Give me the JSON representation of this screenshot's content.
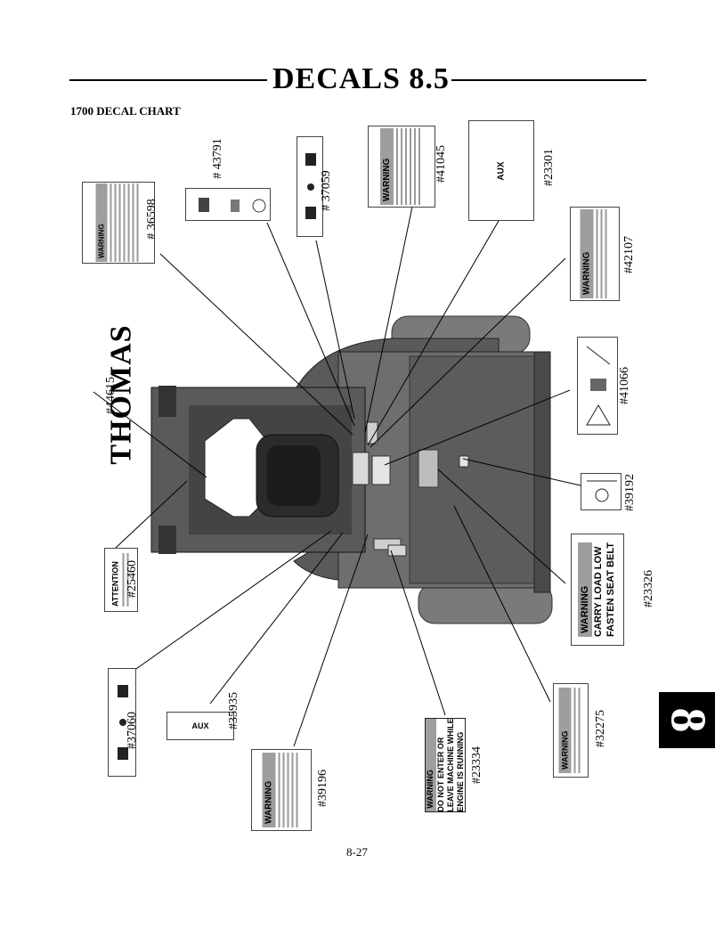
{
  "header": {
    "title": "DECALS  8.5",
    "subtitle": "1700 DECAL CHART"
  },
  "footer": {
    "page_number": "8-27"
  },
  "section_tab": {
    "label": "8"
  },
  "decals": {
    "d36598": {
      "number": "# 36598",
      "text": "WARNING"
    },
    "d43791": {
      "number": "# 43791"
    },
    "d37059": {
      "number": "# 37059"
    },
    "d41045": {
      "number": "#41045",
      "text": "WARNING"
    },
    "d23301": {
      "number": "#23301",
      "text": "AUX"
    },
    "d42107": {
      "number": "#42107",
      "text": "WARNING"
    },
    "d44615": {
      "number": "#44615",
      "text": "THOMAS"
    },
    "d41066": {
      "number": "#41066"
    },
    "d39192": {
      "number": "#39192"
    },
    "d25460": {
      "number": "#25460",
      "text": "ATTENTION"
    },
    "d23326": {
      "number": "#23326",
      "text": "WARNING",
      "line1": "CARRY LOAD LOW",
      "line2": "FASTEN SEAT BELT"
    },
    "d37060": {
      "number": "#37060"
    },
    "d35935": {
      "number": "#35935",
      "text": "AUX"
    },
    "d39196": {
      "number": "#39196",
      "text": "WARNING"
    },
    "d23334": {
      "number": "#23334",
      "text": "WARNING",
      "line1": "DO NOT ENTER OR",
      "line2": "LEAVE MACHINE WHILE",
      "line3": "ENGINE IS RUNNING"
    },
    "d32275": {
      "number": "#32275",
      "text": "WARNING"
    }
  }
}
